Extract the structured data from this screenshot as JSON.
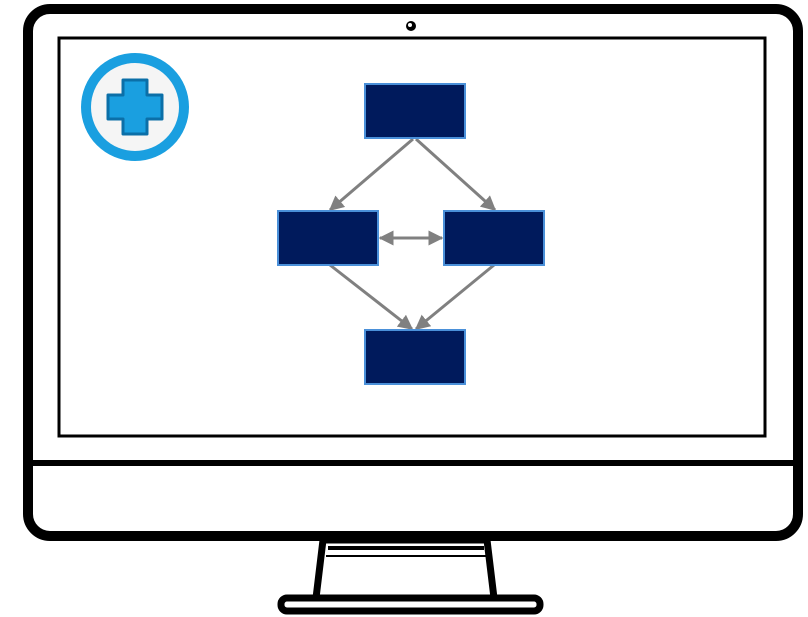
{
  "illustration": "desktop-monitor",
  "colors": {
    "outline": "#000000",
    "screen": "#ffffff",
    "node_fill": "#001a5c",
    "node_border": "#4a90d9",
    "arrow": "#808080",
    "badge_ring": "#1a9fe0",
    "badge_fill": "#f5f5f5",
    "badge_cross": "#1a9fe0"
  },
  "icons": [
    "webcam-icon",
    "medical-cross-icon"
  ],
  "diagram": {
    "nodes": [
      {
        "id": "top",
        "text": ""
      },
      {
        "id": "left",
        "text": ""
      },
      {
        "id": "right",
        "text": ""
      },
      {
        "id": "bottom",
        "text": ""
      }
    ],
    "edges": [
      {
        "from": "top",
        "to": "left",
        "direction": "forward"
      },
      {
        "from": "top",
        "to": "right",
        "direction": "forward"
      },
      {
        "from": "left",
        "to": "right",
        "direction": "both"
      },
      {
        "from": "left",
        "to": "bottom",
        "direction": "forward"
      },
      {
        "from": "right",
        "to": "bottom",
        "direction": "forward"
      }
    ]
  }
}
